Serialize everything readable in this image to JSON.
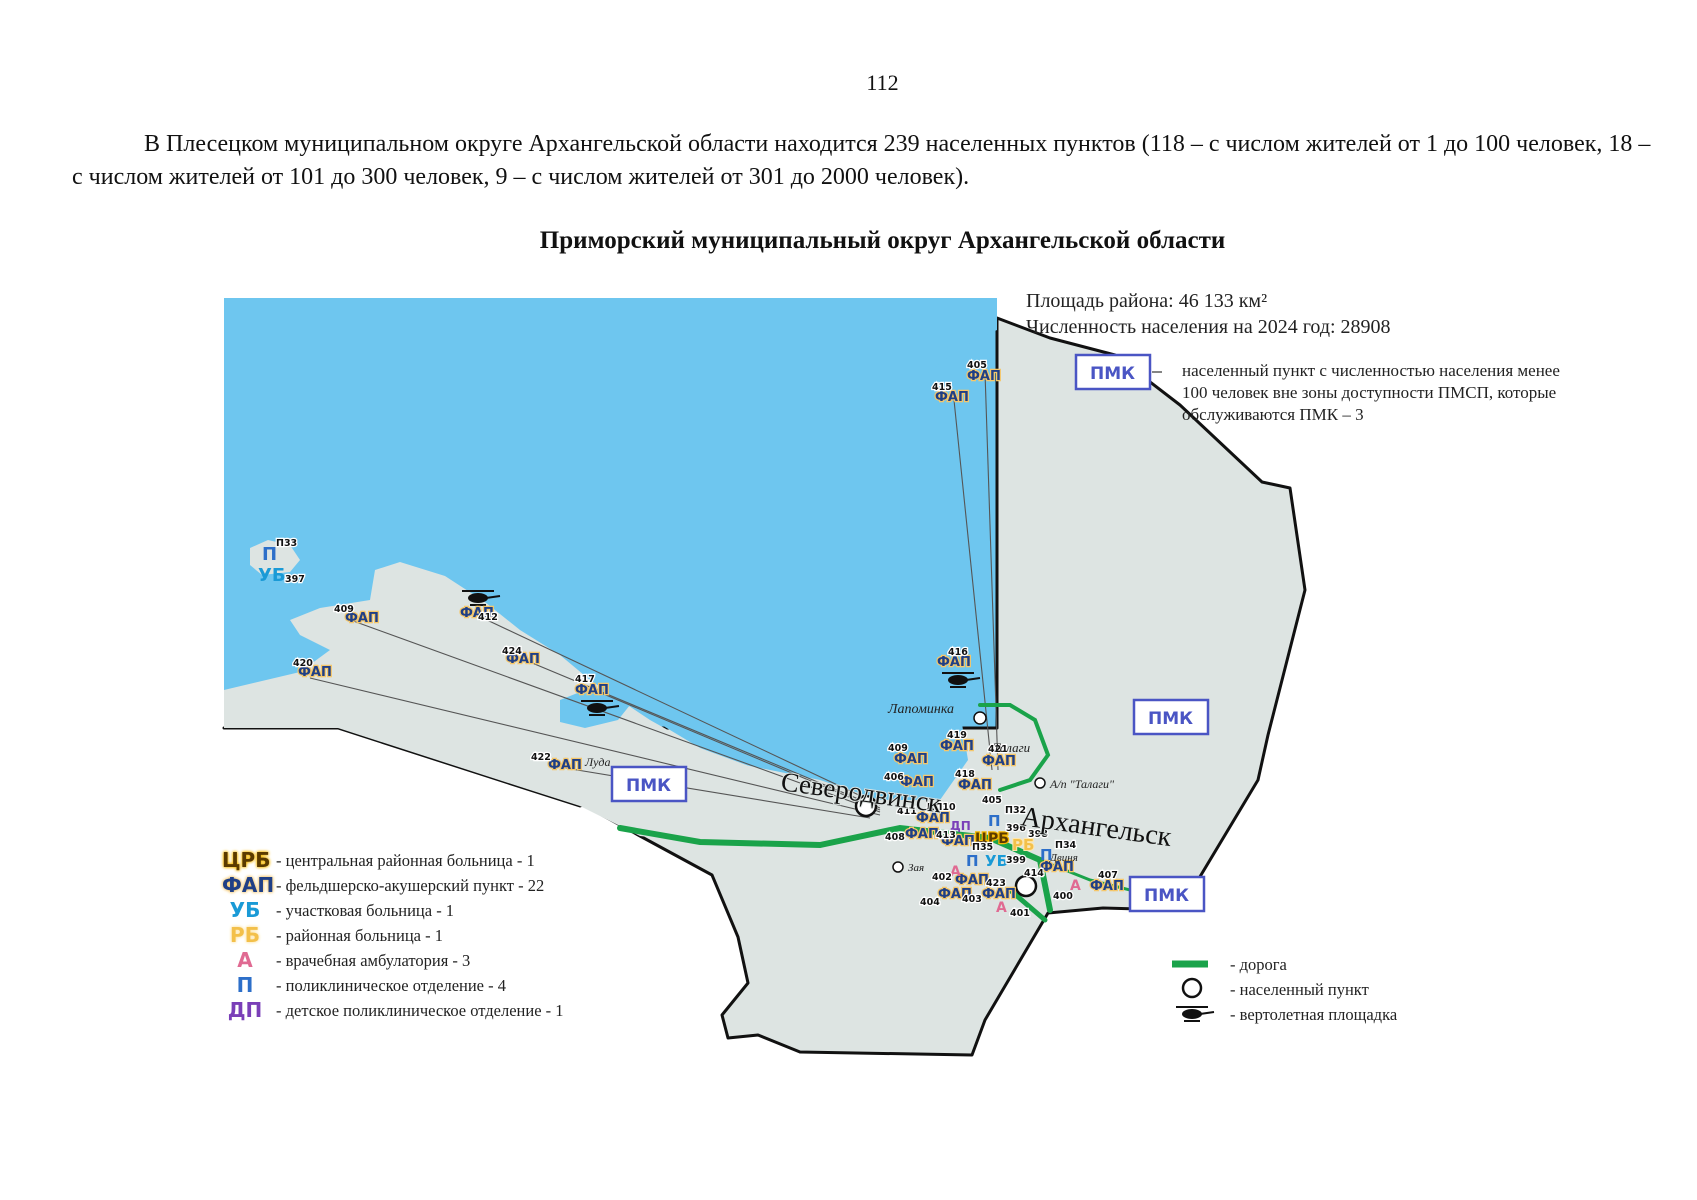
{
  "page_number": "112",
  "intro_text": "В Плесецком муниципальном округе Архангельской области находится 239 населенных пунктов (118 – с числом жителей от 1 до 100 человек, 18 – с числом жителей от 101 до 300 человек, 9 – с числом жителей от 301 до 2000 человек).",
  "map_title": "Приморский муниципальный округ Архангельской области",
  "area_text": "Площадь района: 46 133 км²",
  "population_text": "Численность населения на 2024 год: 28908",
  "pmk_label": "ПМК",
  "pmk_legend_text": "населенный пункт с численностью населения менее 100 человек вне зоны доступности ПМСП, которые обслуживаются ПМК – 3",
  "cities": {
    "severodvinsk": "Северодвинск",
    "arkhangelsk": "Архангельск"
  },
  "place_labels": {
    "lapominka": "Лапоминка",
    "talagi": "Талаги",
    "airport": "А/п \"Талаги\"",
    "luda": "Луда",
    "zaya": "Зая",
    "dvinya": "Двиня"
  },
  "facility_labels": {
    "fap": "ФАП",
    "ub": "УБ",
    "p": "П",
    "crb": "ЦРБ",
    "rb": "РБ",
    "dp": "ДП",
    "a": "А"
  },
  "point_numbers": {
    "n405": "405",
    "n415": "415",
    "n416": "416",
    "n419": "419",
    "n421": "421",
    "n409": "409",
    "n406": "406",
    "n418": "418",
    "n411": "411",
    "n408": "408",
    "n413": "413",
    "n399": "399",
    "n396": "396",
    "n398": "398",
    "n402": "402",
    "n404": "404",
    "n403": "403",
    "n423": "423",
    "n414": "414",
    "n401": "401",
    "n400": "400",
    "n407": "407",
    "n412": "412",
    "n424": "424",
    "n417": "417",
    "n420": "420",
    "n422": "422",
    "n397": "397",
    "p33": "П33",
    "p32": "П32",
    "p34": "П34",
    "p35": "П35",
    "dp10": "ДП10",
    "n409w": "409",
    "n405b": "405"
  },
  "legend": [
    {
      "symbol": "ЦРБ",
      "text": "- центральная районная больница - 1",
      "color": "#5a3a00",
      "bg": "#f5b800"
    },
    {
      "symbol": "ФАП",
      "text": "- фельдшерско-акушерский пункт - 22",
      "color": "#1f3f86",
      "bg": "#f5c76a"
    },
    {
      "symbol": "УБ",
      "text": "- участковая больница - 1",
      "color": "#1a9ad6",
      "bg": ""
    },
    {
      "symbol": "РБ",
      "text": "- районная больница - 1",
      "color": "#f3c04a",
      "bg": "#fde7b0"
    },
    {
      "symbol": "А",
      "text": "- врачебная амбулатория - 3",
      "color": "#e06a92",
      "bg": ""
    },
    {
      "symbol": "П",
      "text": "- поликлиническое отделение - 4",
      "color": "#2d6fc9",
      "bg": ""
    },
    {
      "symbol": "ДП",
      "text": "- детское поликлиническое отделение - 1",
      "color": "#7a3fb8",
      "bg": ""
    }
  ],
  "legend_right": [
    {
      "icon": "road-line-icon",
      "text": "- дорога"
    },
    {
      "icon": "settlement-circle-icon",
      "text": "- населенный пункт"
    },
    {
      "icon": "helicopter-icon",
      "text": "- вертолетная площадка"
    }
  ],
  "colors": {
    "sea": "#6ec6ef",
    "land": "#dde4e2",
    "road": "#1aa34a",
    "pmk_border": "#4a55c4",
    "fap_text": "#1f3f86",
    "fap_glow": "#f5c76a"
  }
}
